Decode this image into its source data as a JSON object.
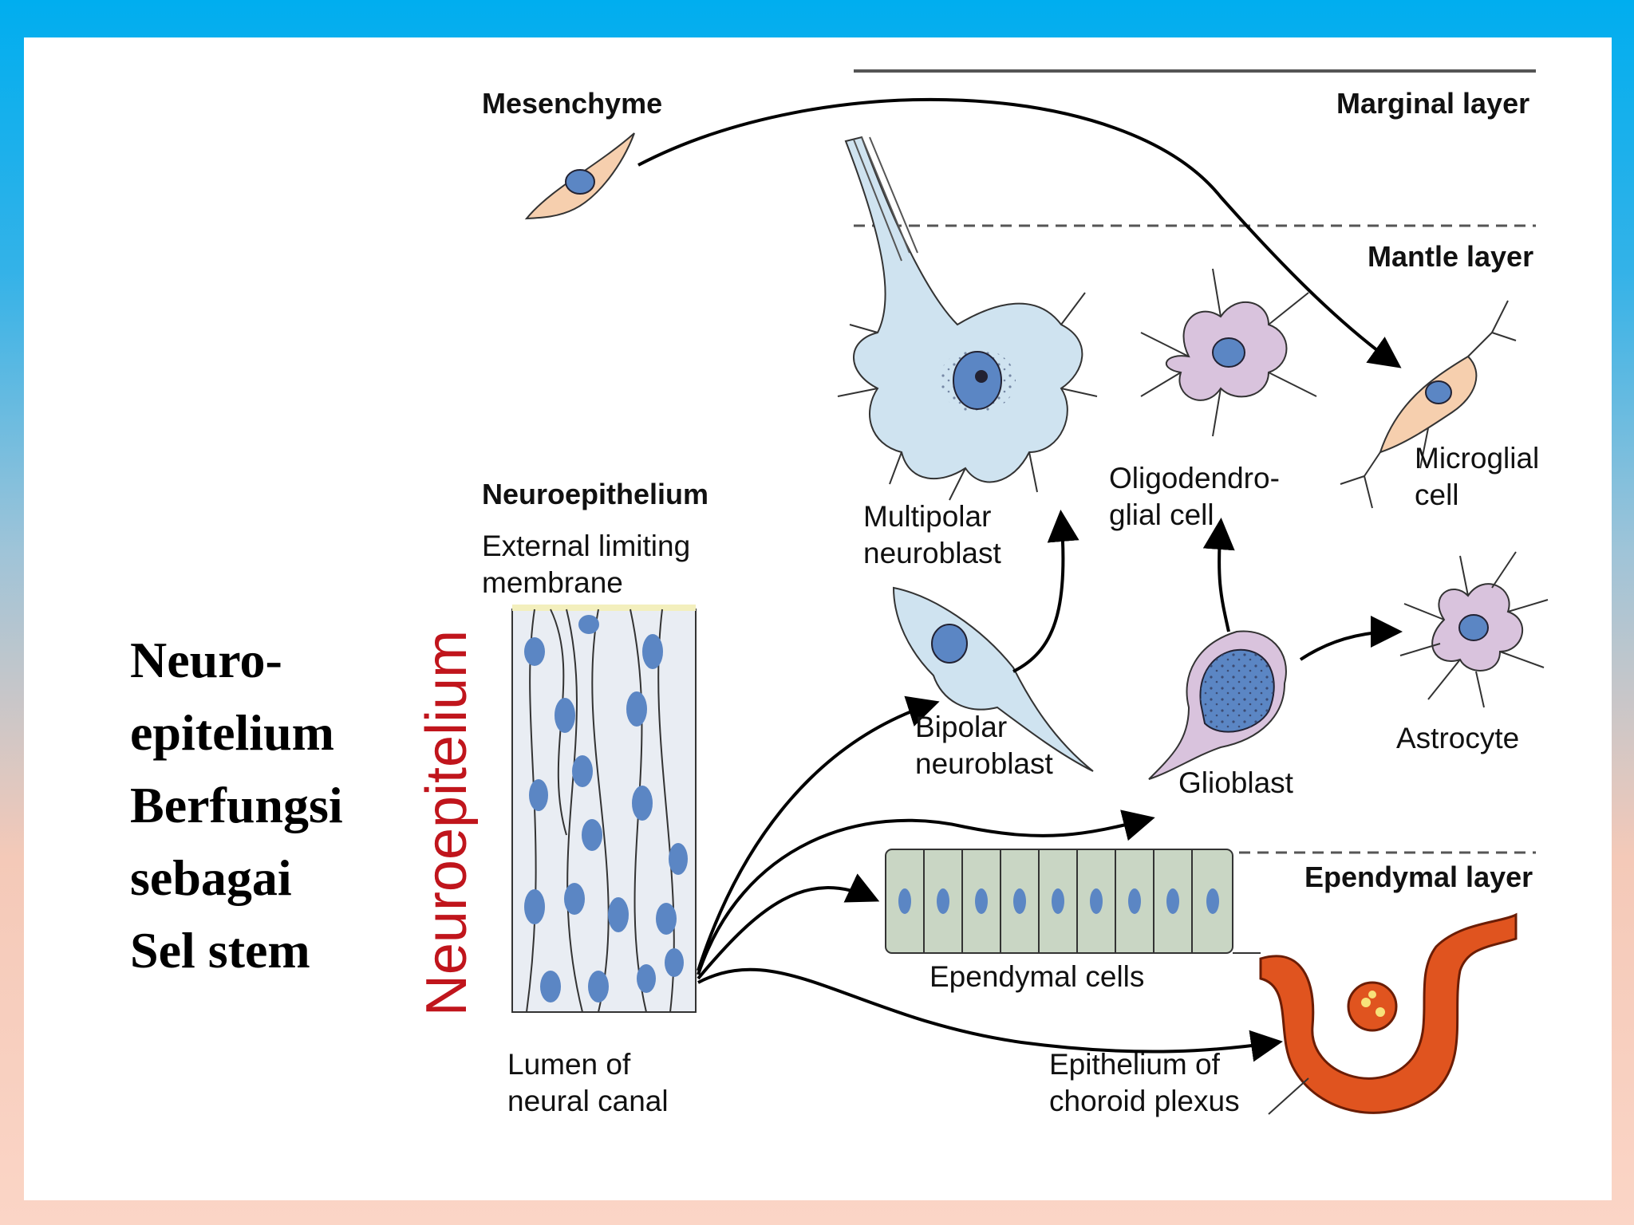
{
  "heading": {
    "lines": [
      "Neuro-",
      "epitelium",
      "Berfungsi",
      "sebagai",
      "Sel stem"
    ]
  },
  "vertical_label": "Neuroepitelium",
  "labels": {
    "mesenchyme": "Mesenchyme",
    "marginal_layer": "Marginal layer",
    "mantle_layer": "Mantle layer",
    "ependymal_layer": "Ependymal layer",
    "neuroepithelium": "Neuroepithelium",
    "external_limiting_1": "External limiting",
    "external_limiting_2": "membrane",
    "multipolar_1": "Multipolar",
    "multipolar_2": "neuroblast",
    "oligodendro_1": "Oligodendro-",
    "oligodendro_2": "glial cell",
    "microglial_1": "Microglial",
    "microglial_2": "cell",
    "bipolar_1": "Bipolar",
    "bipolar_2": "neuroblast",
    "glioblast": "Glioblast",
    "astrocyte": "Astrocyte",
    "ependymal_cells": "Ependymal cells",
    "lumen_1": "Lumen of",
    "lumen_2": "neural canal",
    "choroid_1": "Epithelium of",
    "choroid_2": "choroid plexus"
  },
  "colors": {
    "heading": "#000000",
    "vertical_label": "#c0151c",
    "neuroblast_fill": "#cfe3f0",
    "glial_fill": "#d9c3dd",
    "microglia_fill": "#f6cfae",
    "ependymal_fill": "#c9d6c4",
    "choroid_fill": "#e0541f",
    "nucleus": "#5b86c4"
  }
}
